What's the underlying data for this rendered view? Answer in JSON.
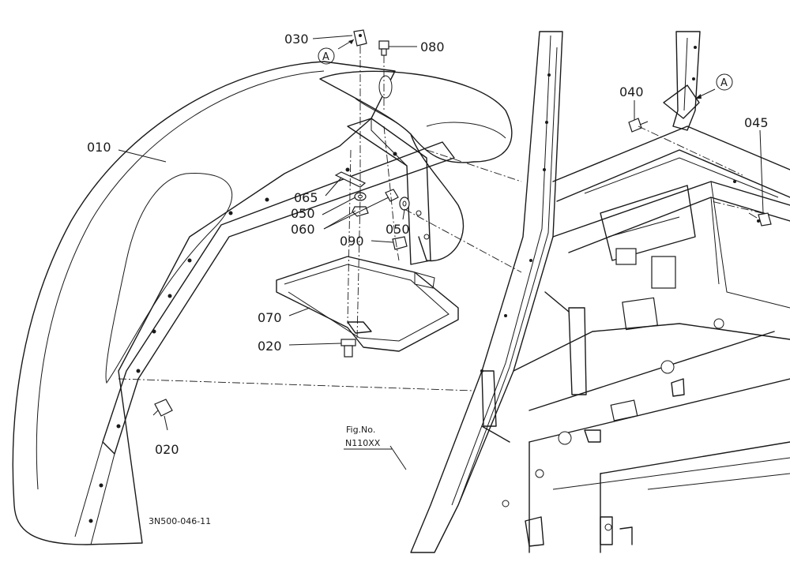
{
  "callouts": {
    "p030": "030",
    "p080": "080",
    "p010": "010",
    "p040": "040",
    "p045": "045",
    "p065": "065",
    "p050a": "050",
    "p060": "060",
    "p050b": "050",
    "p090": "090",
    "p070": "070",
    "p020a": "020",
    "p020b": "020"
  },
  "view_markers": {
    "left": "A",
    "right": "A"
  },
  "figure": {
    "label": "Fig.No.",
    "number": "N110XX"
  },
  "drawing_code": "3N500-046-11"
}
